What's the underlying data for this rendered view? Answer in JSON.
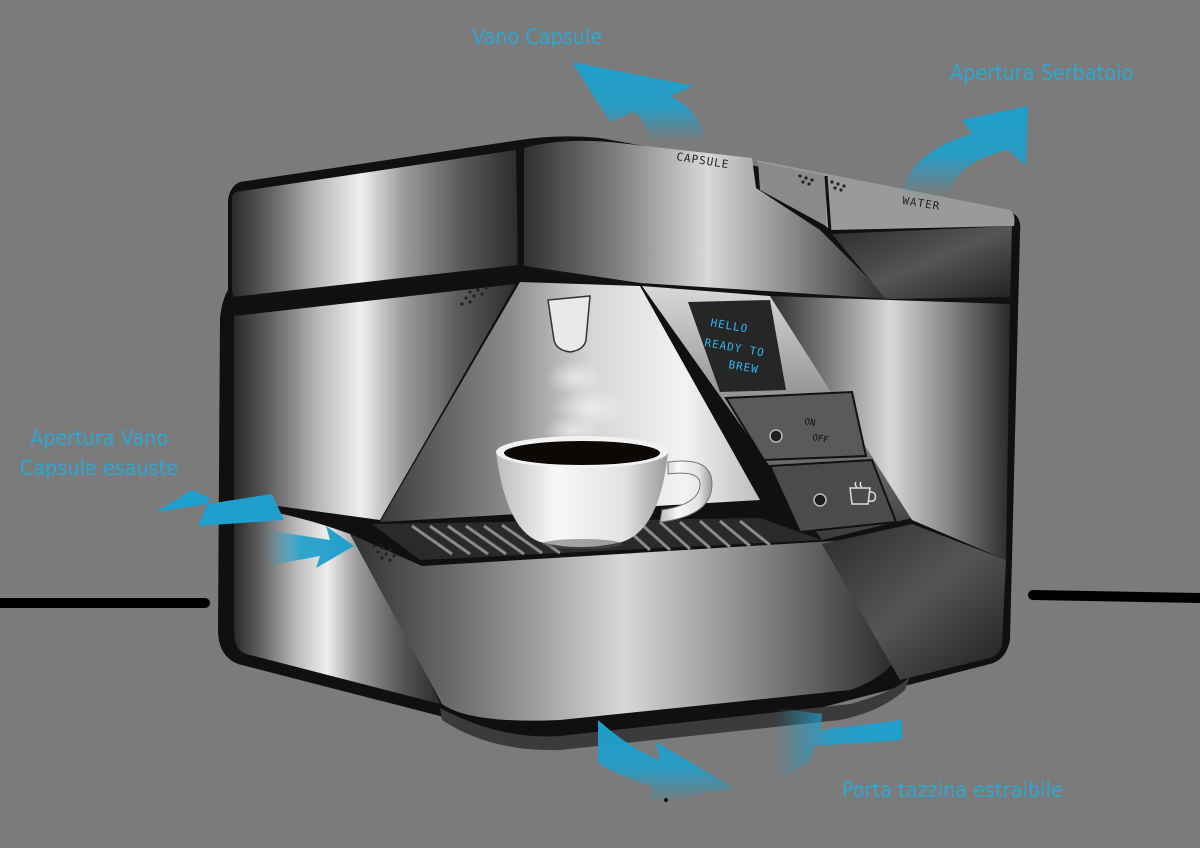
{
  "callouts": {
    "capsule_compartment": "Vano Capsule",
    "tank_opening": "Apertura Serbatoio",
    "spent_capsule_opening_line1": "Apertura Vano",
    "spent_capsule_opening_line2": "Capsule esauste",
    "removable_cup_tray": "Porta tazzina estraibile"
  },
  "machine": {
    "capsule_label": "CAPSULE",
    "water_label": "WATER",
    "display_line1": "HELLO",
    "display_line2": "READY TO",
    "display_line3": "BREW",
    "on_label": "ON",
    "off_label": "OFF",
    "brew_icon": "coffee-cup-icon"
  },
  "colors": {
    "background": "#7b7b7b",
    "arrow_blue": "#1f9fcc",
    "label_blue": "#2aa9d4",
    "display_glow": "#2fb6f0",
    "outline": "#111111"
  }
}
